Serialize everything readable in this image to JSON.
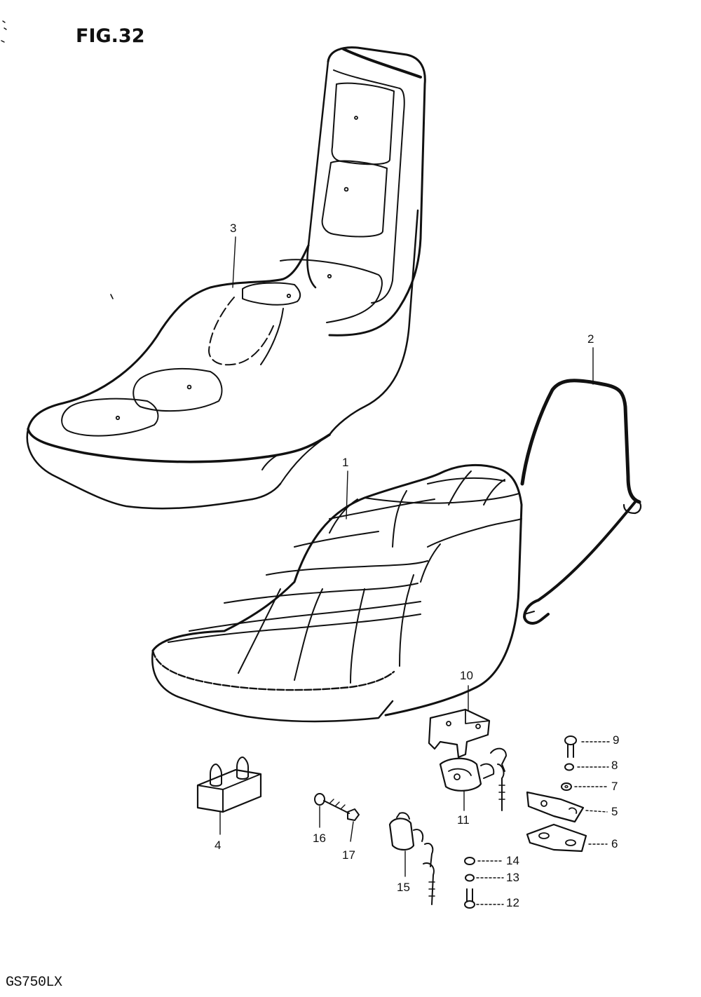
{
  "figure": {
    "title": "FIG.32",
    "model": "GS750LX"
  },
  "callouts": [
    {
      "id": "1",
      "label": "1"
    },
    {
      "id": "2",
      "label": "2"
    },
    {
      "id": "3",
      "label": "3"
    },
    {
      "id": "4",
      "label": "4"
    },
    {
      "id": "5",
      "label": "5"
    },
    {
      "id": "6",
      "label": "6"
    },
    {
      "id": "7",
      "label": "7"
    },
    {
      "id": "8",
      "label": "8"
    },
    {
      "id": "9",
      "label": "9"
    },
    {
      "id": "10",
      "label": "10"
    },
    {
      "id": "11",
      "label": "11"
    },
    {
      "id": "12",
      "label": "12"
    },
    {
      "id": "13",
      "label": "13"
    },
    {
      "id": "14",
      "label": "14"
    },
    {
      "id": "15",
      "label": "15"
    },
    {
      "id": "16",
      "label": "16"
    },
    {
      "id": "17",
      "label": "17"
    }
  ]
}
